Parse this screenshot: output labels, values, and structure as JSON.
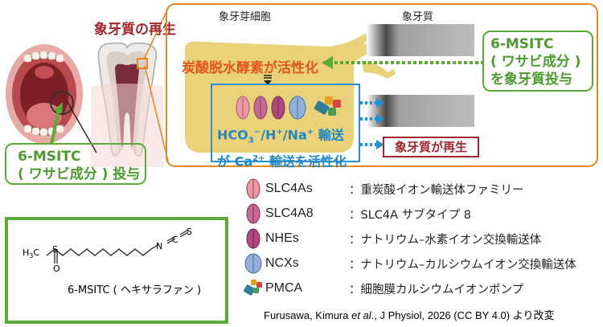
{
  "top_left_title": "象牙質の再生",
  "panel": {
    "col_odontoblast": "象牙芽細胞",
    "col_dentin": "象牙質",
    "activation_label": "炭酸脱水酵素が活性化",
    "transport_line1": "HCO",
    "transport_line1_rest": "/H",
    "transport_line1_rest2": "/Na",
    "transport_line1_end": " 輸送",
    "transport_line2_a": "が Ca",
    "transport_line2_sup": "2+",
    "transport_line2_b": " 輸送を活性化",
    "transport_sub3": "3",
    "transport_supminus": "−",
    "transport_supplus": "+",
    "regen_box": "象牙質が再生",
    "admin_line1": "6-MSITC",
    "admin_line2": "( ワサビ成分 )",
    "admin_line3": "を象牙質投与"
  },
  "tooth_label": {
    "line1": "6-MSITC",
    "line2": "( ワサビ成分 ) 投与"
  },
  "structure": {
    "atom_h3c": "H",
    "atom_h3c_sub": "3",
    "atom_c": "C",
    "atom_s1": "S",
    "atom_o": "O",
    "atom_n": "N",
    "atom_c2": "C",
    "atom_s2": "S",
    "caption": "6-MSITC ( ヘキサラファン )"
  },
  "legend": [
    {
      "name": "SLC4As",
      "desc": "：重炭酸イオン輸送体ファミリー",
      "color": "#e89aa6"
    },
    {
      "name": "SLC4A8",
      "desc": "：SLC4A サブタイプ 8",
      "color": "#c56a93"
    },
    {
      "name": "NHEs",
      "desc": "：ナトリウム–水素イオン交換輸送体",
      "color": "#b04a7e"
    },
    {
      "name": "NCXs",
      "desc": "：ナトリウム–カルシウムイオン交換輸送体",
      "color": "#8fb0d8"
    },
    {
      "name": "PMCA",
      "desc": "：細胞膜カルシウムイオンポンプ",
      "color": "#2f7f98"
    }
  ],
  "citation": {
    "text_a": "Furusawa, Kimura ",
    "text_em": "et al",
    "text_b": "., J Physiol, 2026 (CC BY 4.0) より改変"
  },
  "colors": {
    "orange": "#e8861c",
    "green": "#5aab36",
    "blue": "#2a8fd0",
    "red": "#a3262e"
  }
}
